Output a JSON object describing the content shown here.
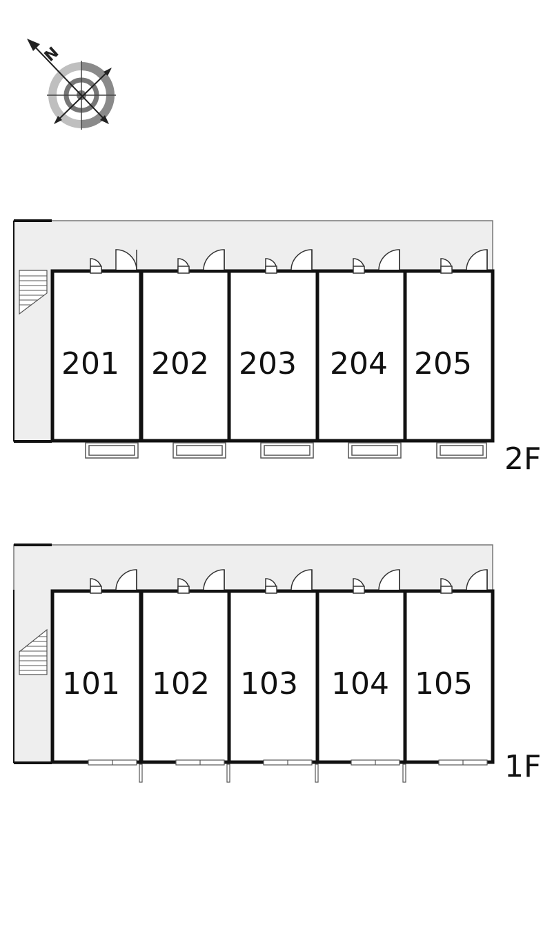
{
  "compass": {
    "label": "N"
  },
  "floors": [
    {
      "label": "2F",
      "units": [
        "201",
        "202",
        "203",
        "204",
        "205"
      ]
    },
    {
      "label": "1F",
      "units": [
        "101",
        "102",
        "103",
        "104",
        "105"
      ]
    }
  ]
}
